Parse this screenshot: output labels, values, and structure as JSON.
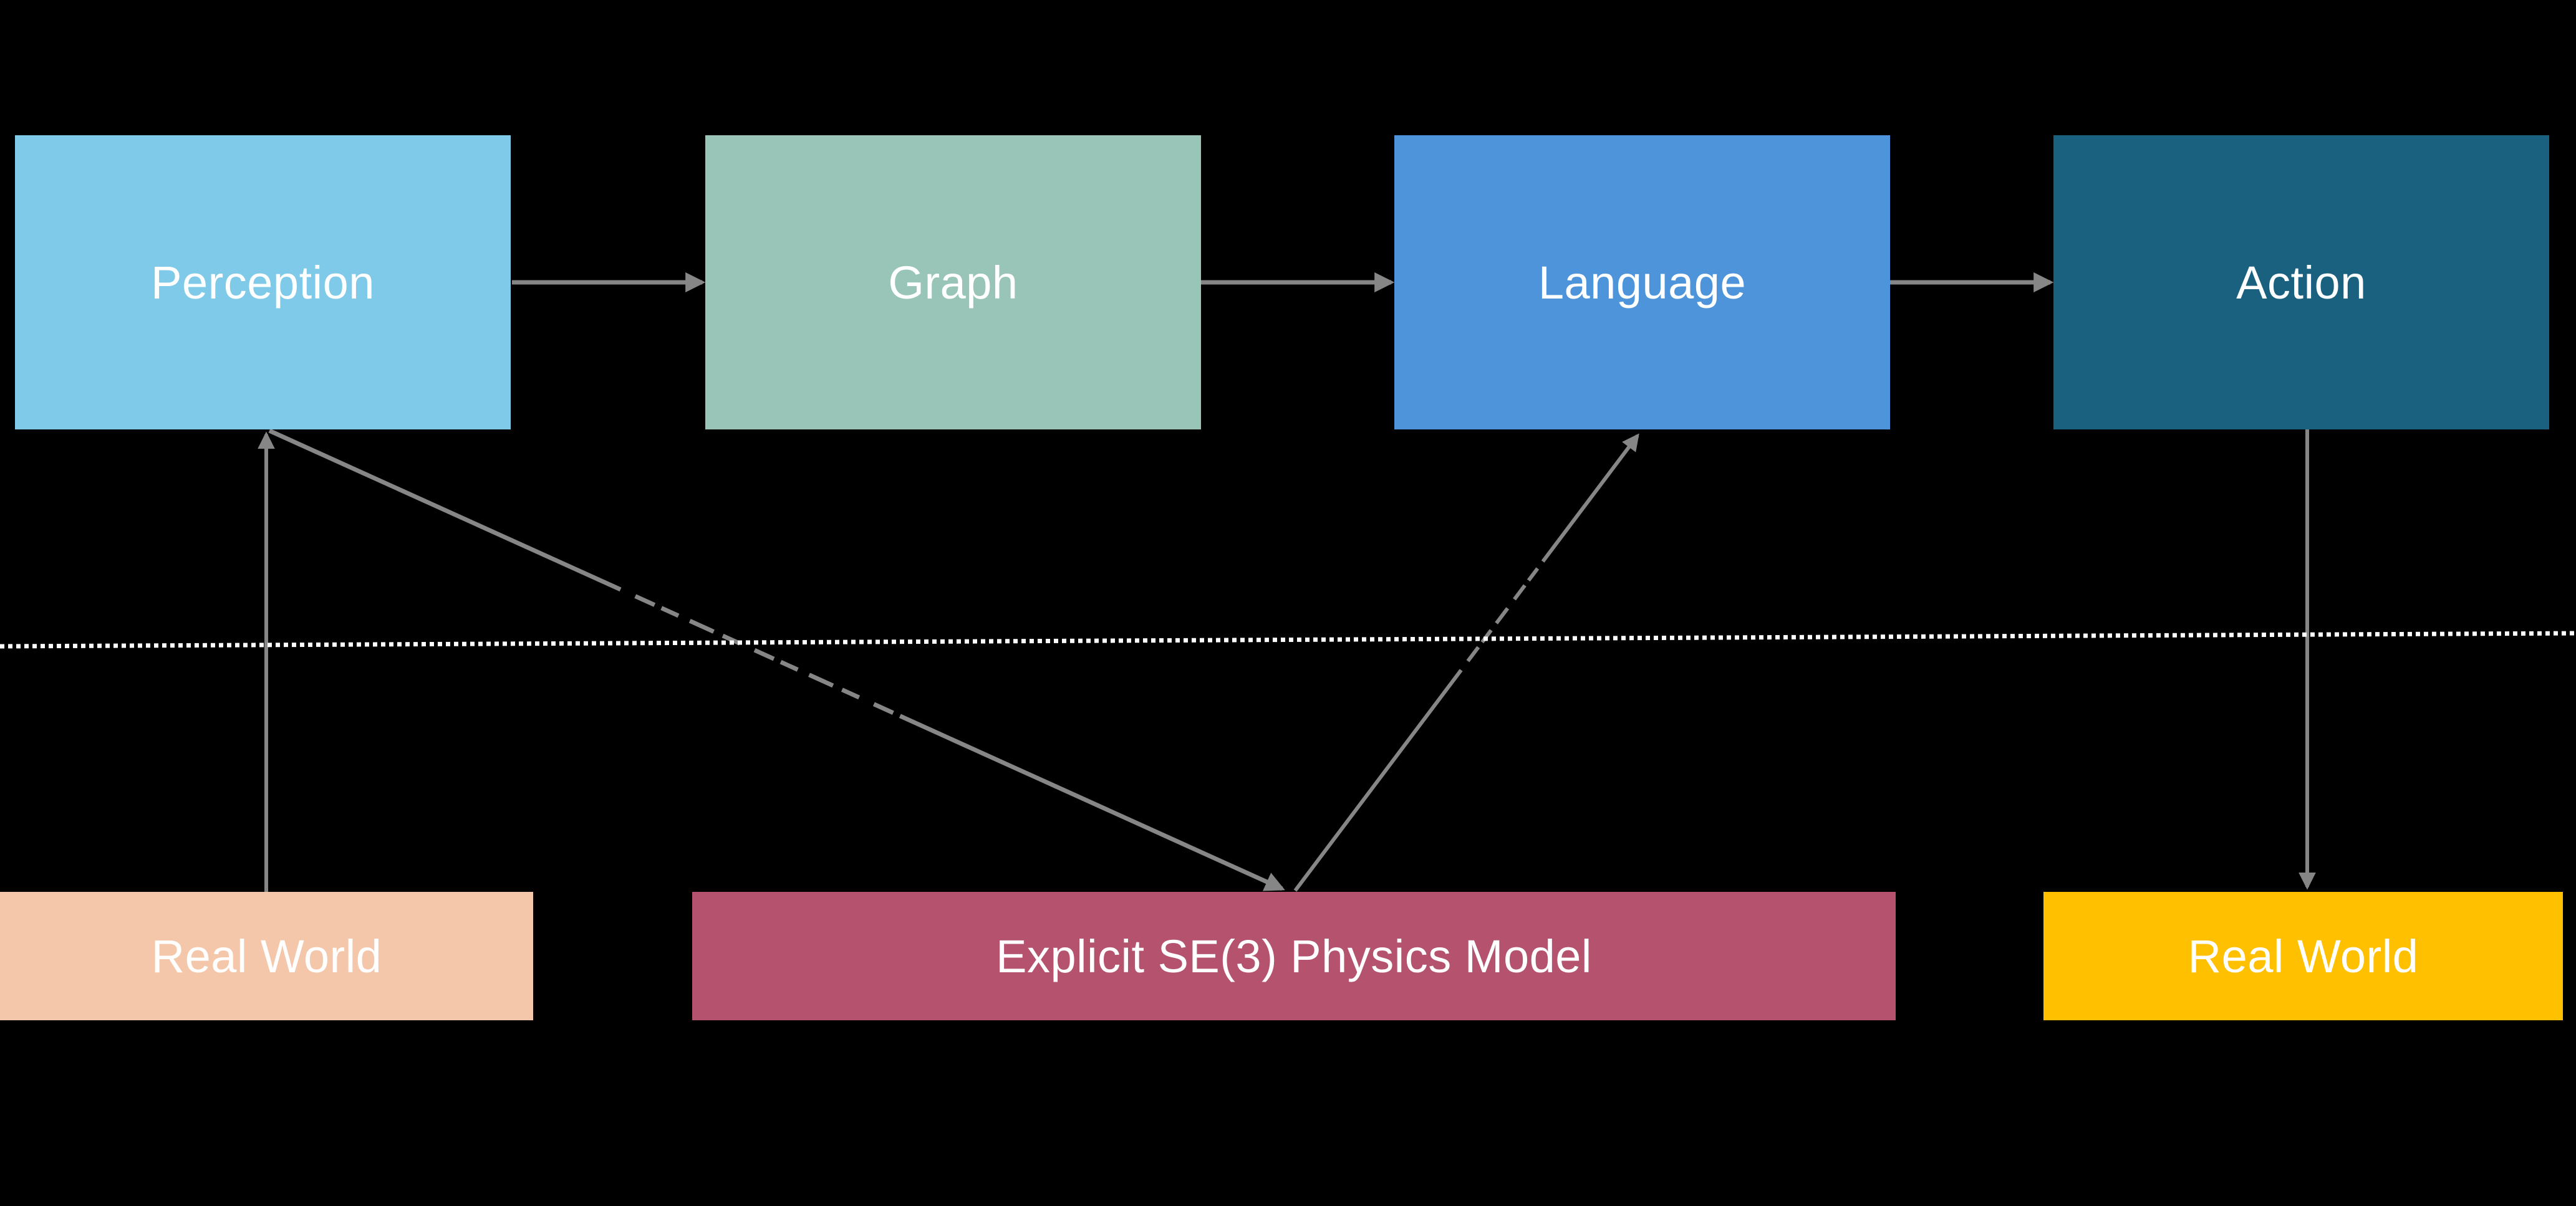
{
  "diagram": {
    "background": "#000000",
    "top_row": [
      {
        "id": "perception",
        "label": "Perception",
        "fill": "#7FCAE8"
      },
      {
        "id": "graph",
        "label": "Graph",
        "fill": "#98C5B7"
      },
      {
        "id": "language",
        "label": "Language",
        "fill": "#4E94DB"
      },
      {
        "id": "action",
        "label": "Action",
        "fill": "#1A607F"
      }
    ],
    "bottom_row": [
      {
        "id": "real-world-input",
        "label": "Real World",
        "fill": "#F5C7AA"
      },
      {
        "id": "physics-model",
        "label": "Explicit SE(3) Physics Model",
        "fill": "#B5536E"
      },
      {
        "id": "real-world-output",
        "label": "Real World",
        "fill": "#FFC000"
      }
    ],
    "colors": {
      "arrow": "#868686",
      "separator": "#FFFFFF",
      "label_text": "#FFFFFF",
      "artifact_dash": "#000000"
    },
    "connections": [
      {
        "from": "Perception",
        "to": "Graph"
      },
      {
        "from": "Graph",
        "to": "Language"
      },
      {
        "from": "Language",
        "to": "Action"
      },
      {
        "from": "Real World (bottom left)",
        "to": "Perception"
      },
      {
        "from": "Perception",
        "to": "Explicit SE(3) Physics Model"
      },
      {
        "from": "Explicit SE(3) Physics Model",
        "to": "Language"
      },
      {
        "from": "Action",
        "to": "Real World (bottom right)"
      }
    ],
    "separator": {
      "style": "dotted",
      "tilt": "slightly higher on the right"
    }
  }
}
